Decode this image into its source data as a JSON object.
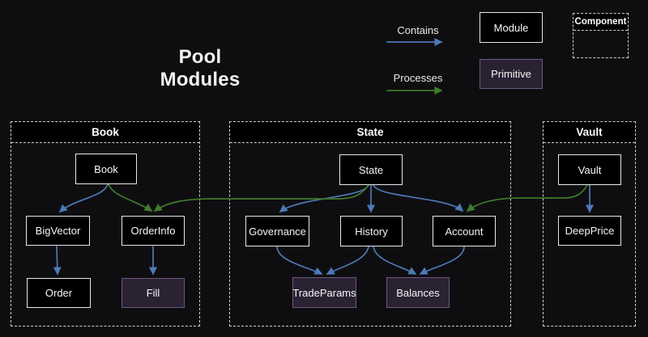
{
  "title": "Pool Modules",
  "legend": {
    "contains": "Contains",
    "processes": "Processes",
    "module": "Module",
    "primitive": "Primitive",
    "component": "Component"
  },
  "colors": {
    "background": "#0e0e10",
    "contains_edge": "#4d79b8",
    "processes_edge": "#3f7c2a",
    "module_fill": "#000000",
    "module_border": "#e8e8e8",
    "primitive_fill": "#2a2133",
    "primitive_border": "#6e5880",
    "container_border": "#cfcfcf"
  },
  "containers": [
    {
      "id": "book",
      "label": "Book",
      "nodes": [
        {
          "id": "book",
          "label": "Book",
          "kind": "module"
        },
        {
          "id": "bigvector",
          "label": "BigVector",
          "kind": "module"
        },
        {
          "id": "orderinfo",
          "label": "OrderInfo",
          "kind": "module"
        },
        {
          "id": "order",
          "label": "Order",
          "kind": "module"
        },
        {
          "id": "fill",
          "label": "Fill",
          "kind": "primitive"
        }
      ]
    },
    {
      "id": "state",
      "label": "State",
      "nodes": [
        {
          "id": "state",
          "label": "State",
          "kind": "module"
        },
        {
          "id": "governance",
          "label": "Governance",
          "kind": "module"
        },
        {
          "id": "history",
          "label": "History",
          "kind": "module"
        },
        {
          "id": "account",
          "label": "Account",
          "kind": "module"
        },
        {
          "id": "tradeparams",
          "label": "TradeParams",
          "kind": "primitive"
        },
        {
          "id": "balances",
          "label": "Balances",
          "kind": "primitive"
        }
      ]
    },
    {
      "id": "vault",
      "label": "Vault",
      "nodes": [
        {
          "id": "vault",
          "label": "Vault",
          "kind": "module"
        },
        {
          "id": "deepprice",
          "label": "DeepPrice",
          "kind": "module"
        }
      ]
    }
  ],
  "edges": [
    {
      "from": "book",
      "to": "bigvector",
      "type": "contains"
    },
    {
      "from": "bigvector",
      "to": "order",
      "type": "contains"
    },
    {
      "from": "orderinfo",
      "to": "fill",
      "type": "contains"
    },
    {
      "from": "state",
      "to": "governance",
      "type": "contains"
    },
    {
      "from": "state",
      "to": "history",
      "type": "contains"
    },
    {
      "from": "state",
      "to": "account",
      "type": "contains"
    },
    {
      "from": "governance",
      "to": "tradeparams",
      "type": "contains"
    },
    {
      "from": "history",
      "to": "tradeparams",
      "type": "contains"
    },
    {
      "from": "history",
      "to": "balances",
      "type": "contains"
    },
    {
      "from": "account",
      "to": "balances",
      "type": "contains"
    },
    {
      "from": "vault",
      "to": "deepprice",
      "type": "contains"
    },
    {
      "from": "book",
      "to": "orderinfo",
      "type": "processes"
    },
    {
      "from": "state",
      "to": "orderinfo",
      "type": "processes"
    },
    {
      "from": "vault",
      "to": "account",
      "type": "processes"
    }
  ]
}
